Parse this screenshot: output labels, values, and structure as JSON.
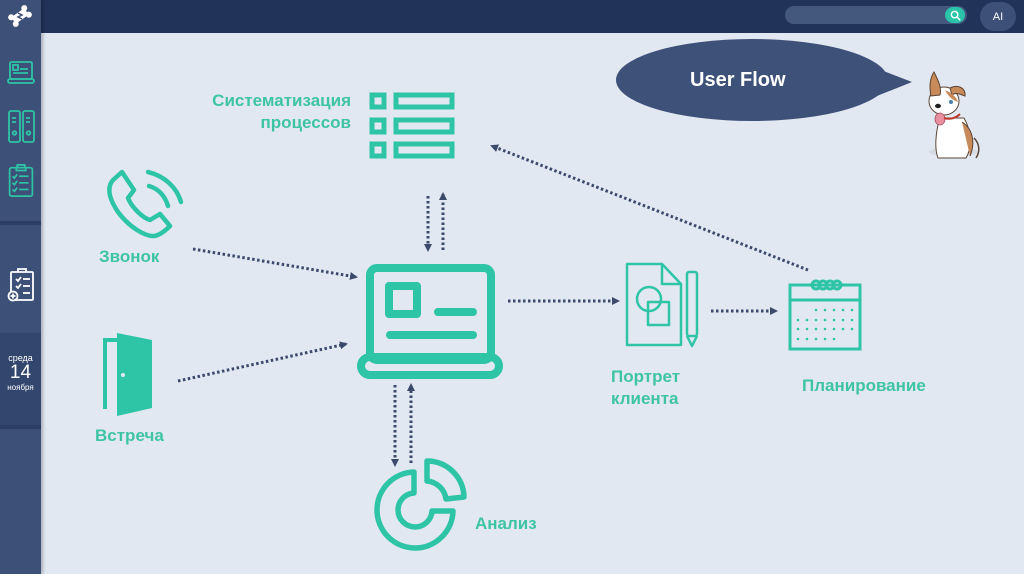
{
  "header": {
    "search": {
      "placeholder": "",
      "value": "",
      "icon": "search-icon"
    },
    "ai_button_label": "AI"
  },
  "sidebar": {
    "logo_icon": "puzzle-logo-icon",
    "items": [
      {
        "icon": "laptop-card-icon"
      },
      {
        "icon": "binders-icon"
      },
      {
        "icon": "checklist-clipboard-icon"
      },
      {
        "icon": "clipboard-add-icon"
      }
    ],
    "date": {
      "weekday": "среда",
      "day": "14",
      "month": "ноября"
    }
  },
  "slide": {
    "bubble_title": "User Flow",
    "mascot": "dog-mascot",
    "accent_color": "#2ec4a6",
    "arrow_color": "#3b4a6b",
    "nodes": {
      "systematization": {
        "line1": "Систематизация",
        "line2": "процессов",
        "icon": "list-icon"
      },
      "call": {
        "label": "Звонок",
        "icon": "phone-icon"
      },
      "meeting": {
        "label": "Встреча",
        "icon": "door-icon"
      },
      "center": {
        "icon": "laptop-icon"
      },
      "portrait": {
        "line1": "Портрет",
        "line2": "клиента",
        "icon": "document-pencil-icon"
      },
      "planning": {
        "label": "Планирование",
        "icon": "calendar-icon"
      },
      "analysis": {
        "label": "Анализ",
        "icon": "pie-chart-icon"
      }
    }
  }
}
